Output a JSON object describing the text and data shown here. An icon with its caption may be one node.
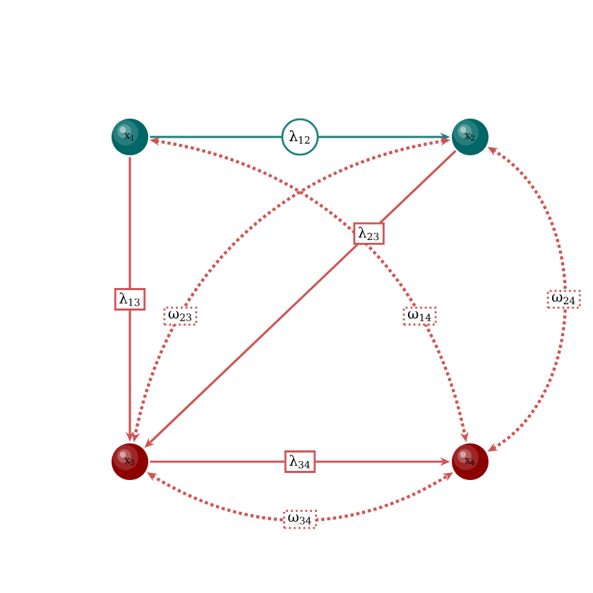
{
  "diagram": {
    "nodes": [
      {
        "text": [
          "x$_{1}$"
        ]
      },
      {
        "text": [
          "x$_{2}$"
        ]
      },
      {
        "text": [
          "x$_{3}$"
        ]
      },
      {
        "text": [
          "x$_{4}$"
        ]
      }
    ],
    "edges": [
      {
        "from": 0,
        "to": 1,
        "arrow": "to",
        "label": "λ$_{12}$",
        "color": "#1f8080"
      },
      {
        "from": 0,
        "to": 2,
        "arrow": "to",
        "label": "λ$_{13}$"
      },
      {
        "from": 1,
        "to": 2,
        "arrow": "to",
        "label": "λ$_{23}$"
      },
      {
        "from": 2,
        "to": 3,
        "arrow": "to",
        "label": "λ$_{34}$"
      },
      {
        "from": 1,
        "to": 2,
        "arrow": "both",
        "label": "ω$_{23}$",
        "style": "dashed"
      },
      {
        "from": 0,
        "to": 3,
        "arrow": "both",
        "label": "ω$_{14}$",
        "style": "dashed"
      },
      {
        "from": 1,
        "to": 3,
        "arrow": "both",
        "label": "ω$_{24}$",
        "style": "dashed"
      },
      {
        "from": 2,
        "to": 3,
        "arrow": "both",
        "label": "ω$_{34}$",
        "style": "dashed"
      }
    ]
  }
}
